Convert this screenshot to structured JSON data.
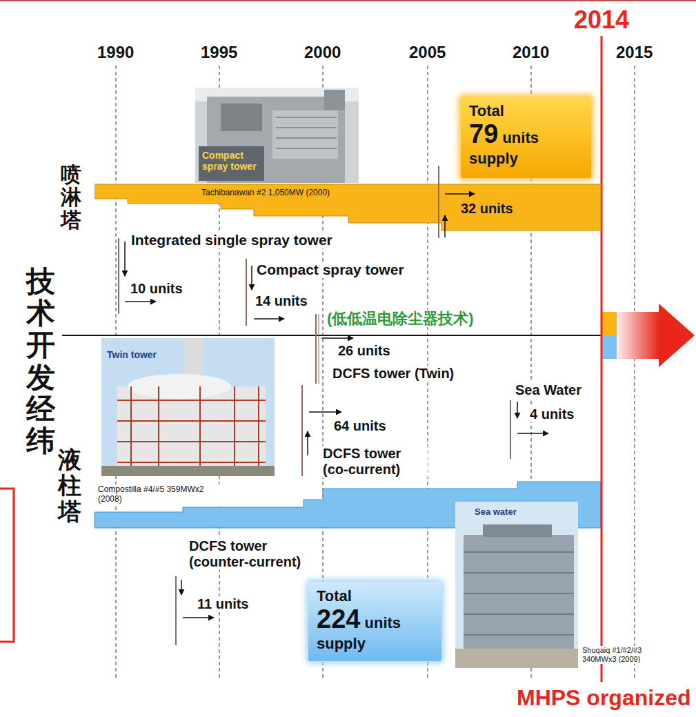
{
  "diagram": {
    "nodes": [
      {
        "text": [
          "Compact spray tower"
        ]
      },
      {
        "text": [
          "Total",
          "79 units",
          "supply"
        ]
      },
      {
        "text": [
          "Tachibanawan #2 1,050MW (2000)",
          "32 units"
        ]
      },
      {
        "text": [
          "Twin tower"
        ]
      },
      {
        "text": [
          "Sea water"
        ]
      },
      {
        "text": [
          "Total",
          "224 units",
          "supply"
        ]
      }
    ],
    "labels": [
      "2014",
      "1990",
      "1995",
      "2000",
      "2005",
      "2010",
      "2015",
      "喷淋塔",
      "Integrated single spray tower",
      "10 units",
      "Compact spray tower",
      "14 units",
      "技术开发经纬",
      "(低低温电除尘器技术)",
      "26 units",
      "DCFS tower (Twin)",
      "Sea Water",
      "4 units",
      "64 units",
      "DCFS tower (co-current)",
      "Compostilla #4/#5 359MWx2 (2008)",
      "液柱塔",
      "DCFS tower (counter-current)",
      "11 units",
      "Shuqaiq #1/#2/#3 340MWx3 (2009)",
      "MHPS organized"
    ]
  }
}
